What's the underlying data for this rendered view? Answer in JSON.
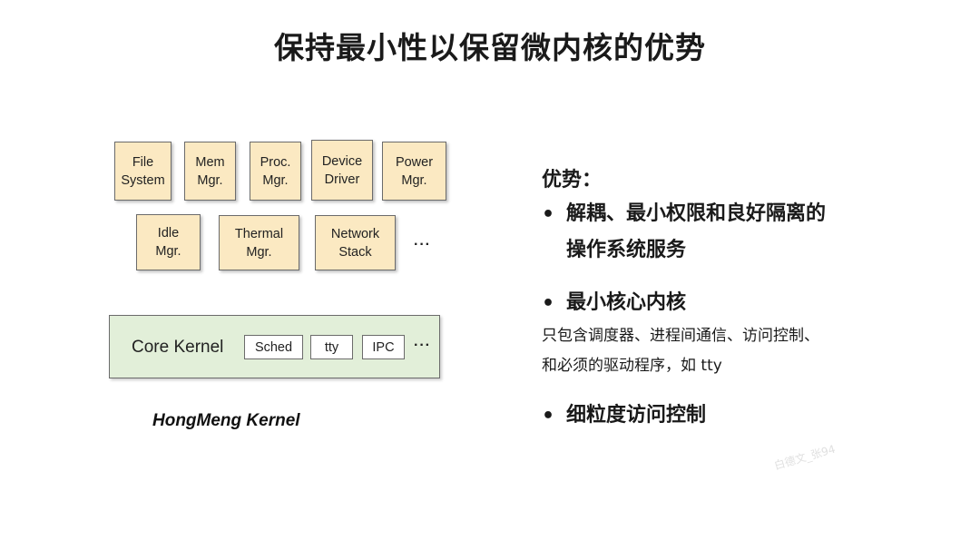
{
  "slide": {
    "title": "保持最小性以保留微内核的优势"
  },
  "diagram": {
    "services": [
      {
        "label": "File\nSystem"
      },
      {
        "label": "Mem\nMgr."
      },
      {
        "label": "Proc.\nMgr."
      },
      {
        "label": "Device\nDriver"
      },
      {
        "label": "Power\nMgr."
      },
      {
        "label": "Idle\nMgr."
      },
      {
        "label": "Thermal\nMgr."
      },
      {
        "label": "Network\nStack"
      }
    ],
    "services_more": "···",
    "core_kernel": {
      "label": "Core Kernel",
      "modules": [
        "Sched",
        "tty",
        "IPC"
      ],
      "more": "···"
    },
    "caption": "HongMeng Kernel"
  },
  "advantages": {
    "heading": "优势：",
    "bullet_char": "•",
    "items": [
      {
        "line1": "解耦、最小权限和良好隔离的",
        "line2": "操作系统服务"
      },
      {
        "line1": "最小核心内核",
        "desc1": "只包含调度器、进程间通信、访问控制、",
        "desc2": "和必须的驱动程序，如 tty"
      },
      {
        "line1": "细粒度访问控制"
      }
    ]
  },
  "watermark": "白德文_张94"
}
